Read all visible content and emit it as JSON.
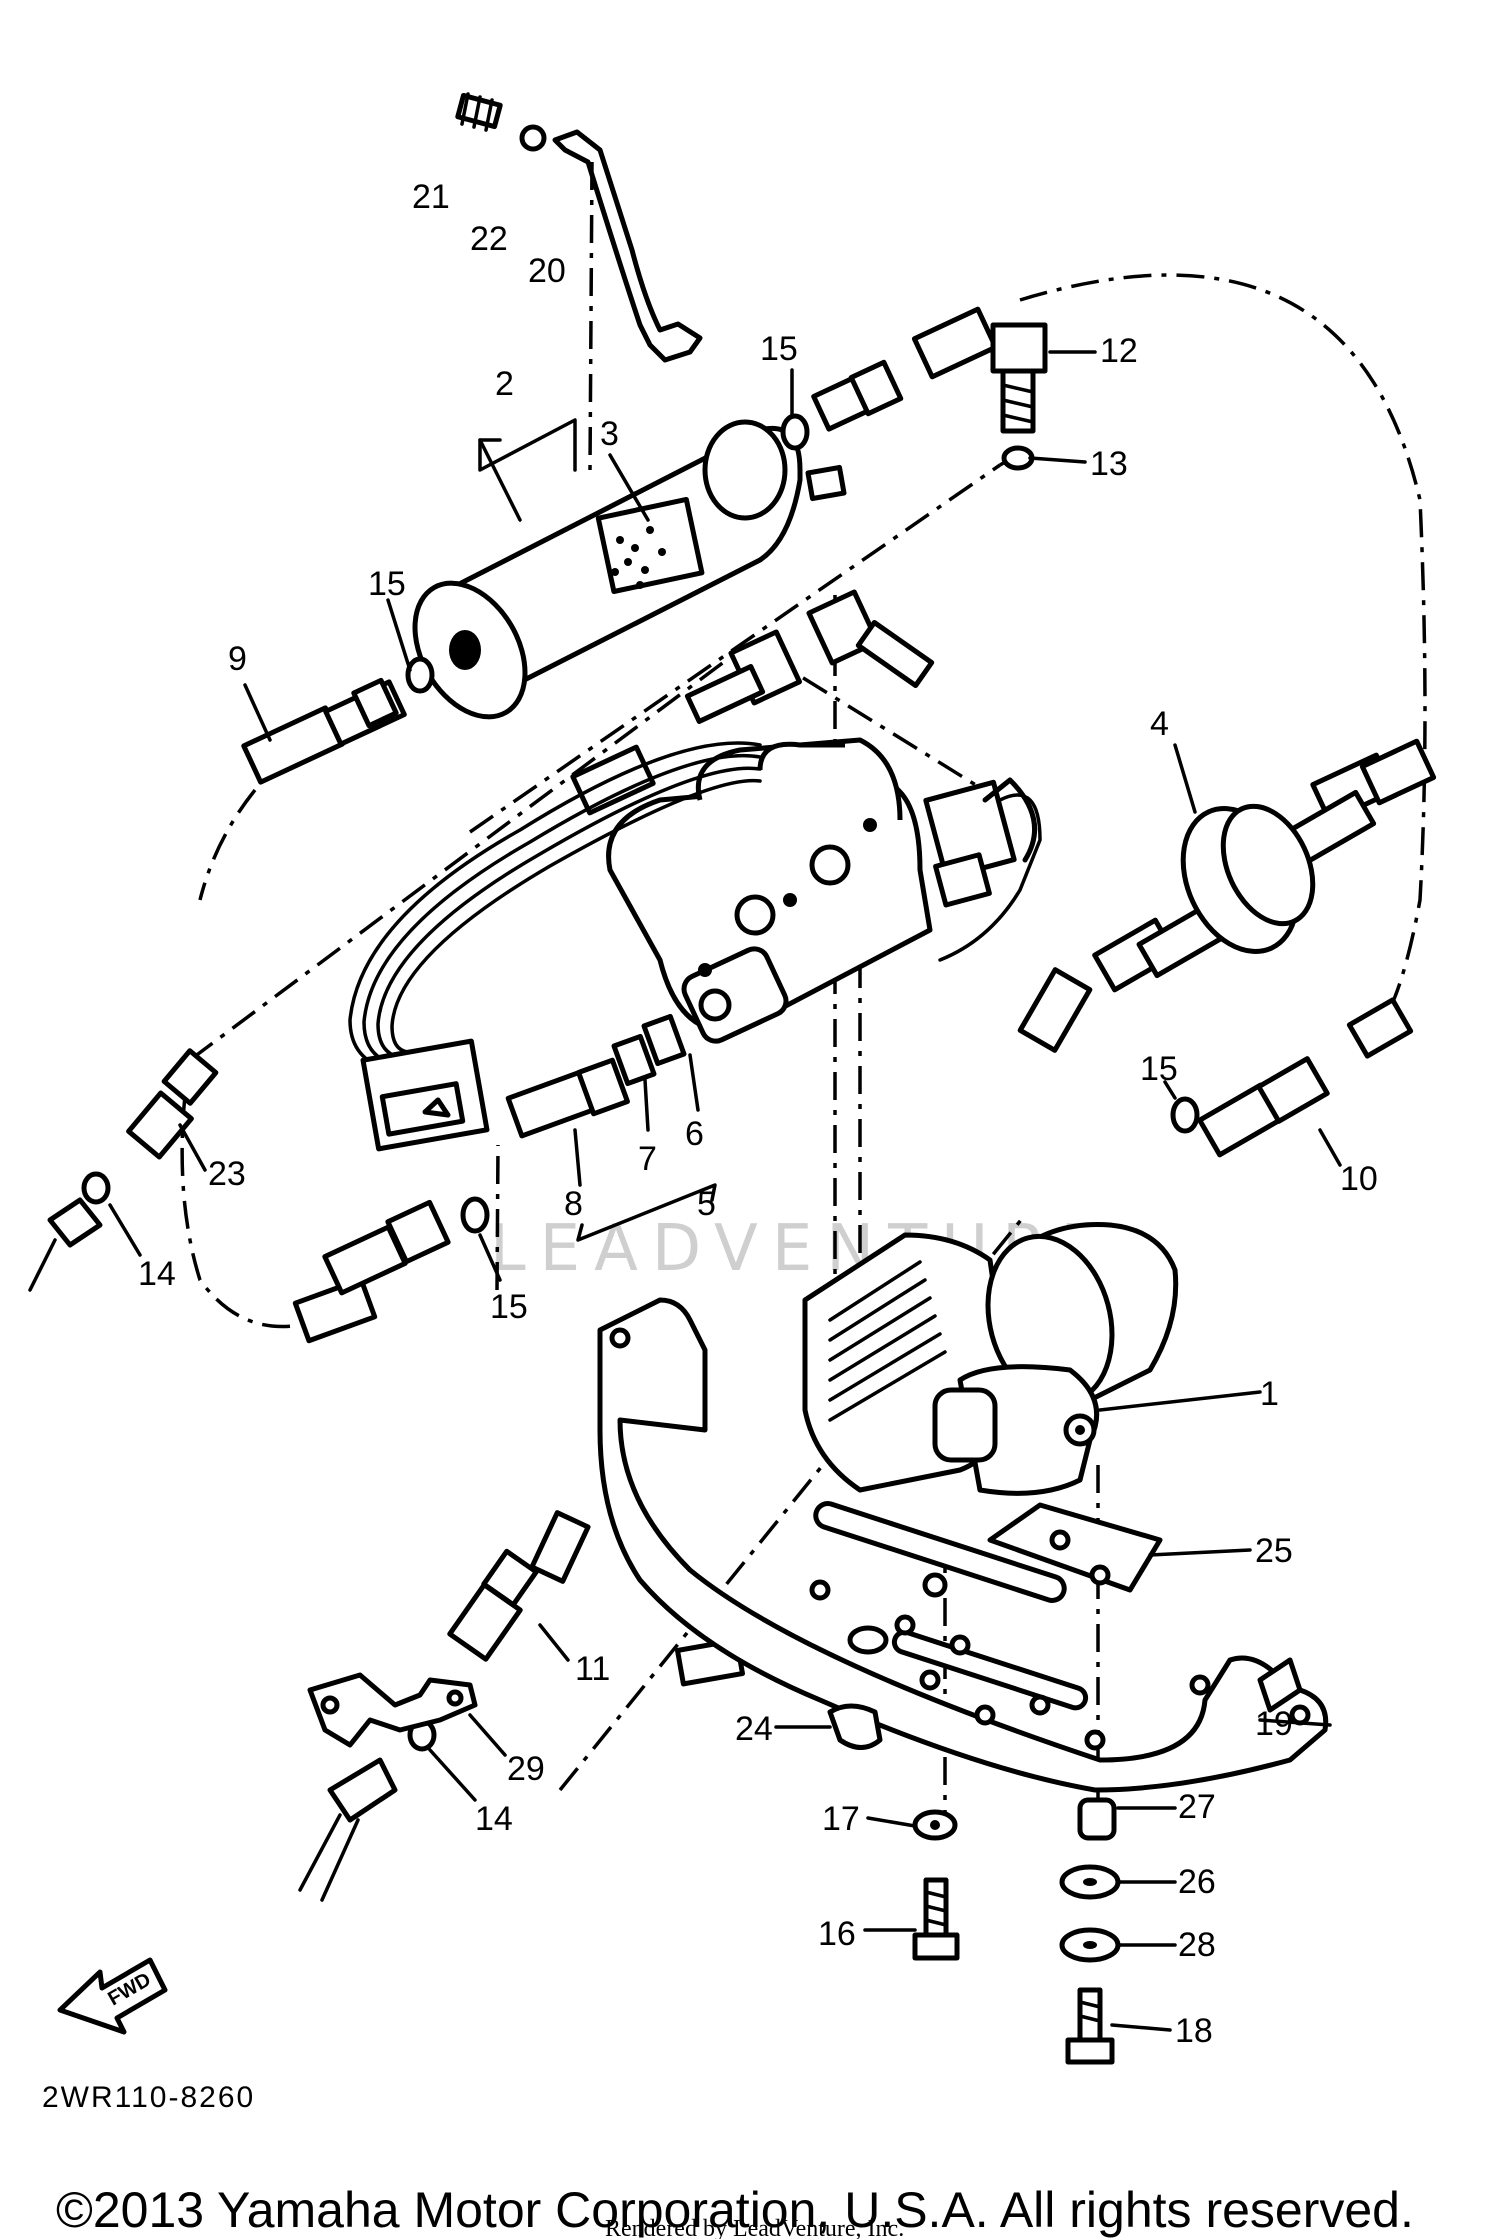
{
  "labels": [
    "1",
    "2",
    "3",
    "4",
    "5",
    "6",
    "7",
    "8",
    "9",
    "10",
    "11",
    "12",
    "13",
    "14",
    "14",
    "15",
    "15",
    "15",
    "15",
    "16",
    "17",
    "18",
    "19",
    "20",
    "21",
    "22",
    "23",
    "24",
    "25",
    "26",
    "27",
    "28",
    "29"
  ],
  "fwd_label": "FWD",
  "diagram_code": "2WR110-8260",
  "watermark": "LEADVENTURE",
  "copyright": "©2013 Yamaha Motor Corporation, U.S.A. All rights reserved.",
  "rendered_by": "Rendered by LeadVenture, Inc."
}
